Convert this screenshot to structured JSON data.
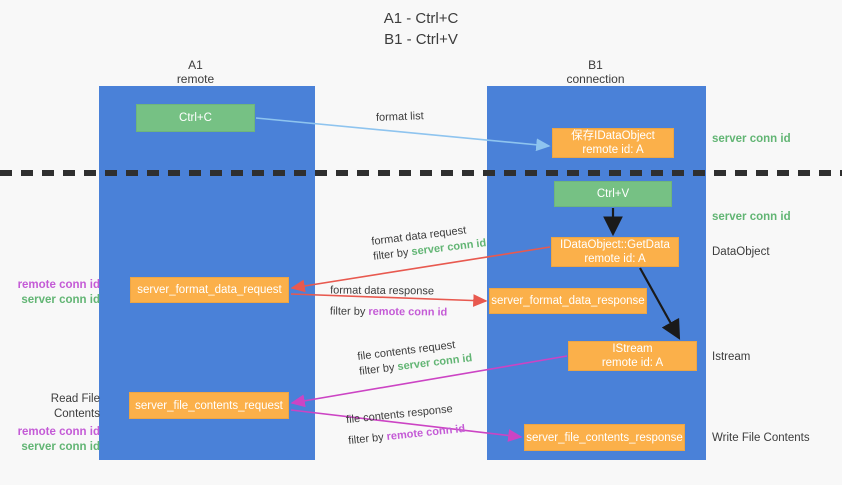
{
  "title": {
    "line1": "A1 - Ctrl+C",
    "line2": "B1 - Ctrl+V"
  },
  "columns": {
    "a1": {
      "name": "A1",
      "subtitle": "remote"
    },
    "b1": {
      "name": "B1",
      "subtitle": "connection"
    }
  },
  "nodes": {
    "ctrl_c": {
      "label": "Ctrl+C",
      "color": "#76c184"
    },
    "save_idataobject": {
      "line1": "保存IDataObject",
      "line2": "remote id: A",
      "color": "#fbb04a"
    },
    "ctrl_v": {
      "label": "Ctrl+V",
      "color": "#76c184"
    },
    "getdata": {
      "line1": "IDataObject::GetData",
      "line2": "remote id: A",
      "color": "#fbb04a"
    },
    "format_data_request": {
      "label": "server_format_data_request",
      "color": "#fbb04a"
    },
    "format_data_response": {
      "label": "server_format_data_response",
      "color": "#fbb04a"
    },
    "istream": {
      "line1": "IStream",
      "line2": "remote id: A",
      "color": "#fbb04a"
    },
    "file_contents_request": {
      "label": "server_file_contents_request",
      "color": "#fbb04a"
    },
    "file_contents_response": {
      "label": "server_file_contents_response",
      "color": "#fbb04a"
    }
  },
  "edges": {
    "format_list": {
      "label": "format list"
    },
    "format_data_request": {
      "line1": "format data request",
      "filter_prefix": "filter by ",
      "filter_key": "server conn id"
    },
    "format_data_response": {
      "line1": "format data response",
      "filter_prefix": "filter by ",
      "filter_key": "remote conn id"
    },
    "file_contents_request": {
      "line1": "file contents request",
      "filter_prefix": "filter by ",
      "filter_key": "server conn id"
    },
    "file_contents_response": {
      "line1": "file contents response",
      "filter_prefix": "filter by ",
      "filter_key": "remote conn id"
    }
  },
  "side_notes": {
    "server_conn_id_top": "server conn id",
    "server_conn_id_mid": "server conn id",
    "dataobject": "DataObject",
    "istream": "Istream",
    "write_file_contents": "Write File Contents"
  },
  "left_notes": {
    "format": {
      "remote": "remote conn id",
      "server": "server conn id"
    },
    "file": {
      "heading": "Read File Contents",
      "remote": "remote conn id",
      "server": "server conn id"
    }
  },
  "colors": {
    "lane_blue": "#4a81d8",
    "node_green": "#76c184",
    "node_orange": "#fbb04a",
    "remote_conn_id": "#c45bd6",
    "server_conn_id": "#62b574",
    "arrow_red": "#e8594f",
    "arrow_magenta": "#cc44c4",
    "arrow_lightblue": "#8ec4ef",
    "arrow_black": "#1a1a1a",
    "background": "#f8f8f8"
  }
}
